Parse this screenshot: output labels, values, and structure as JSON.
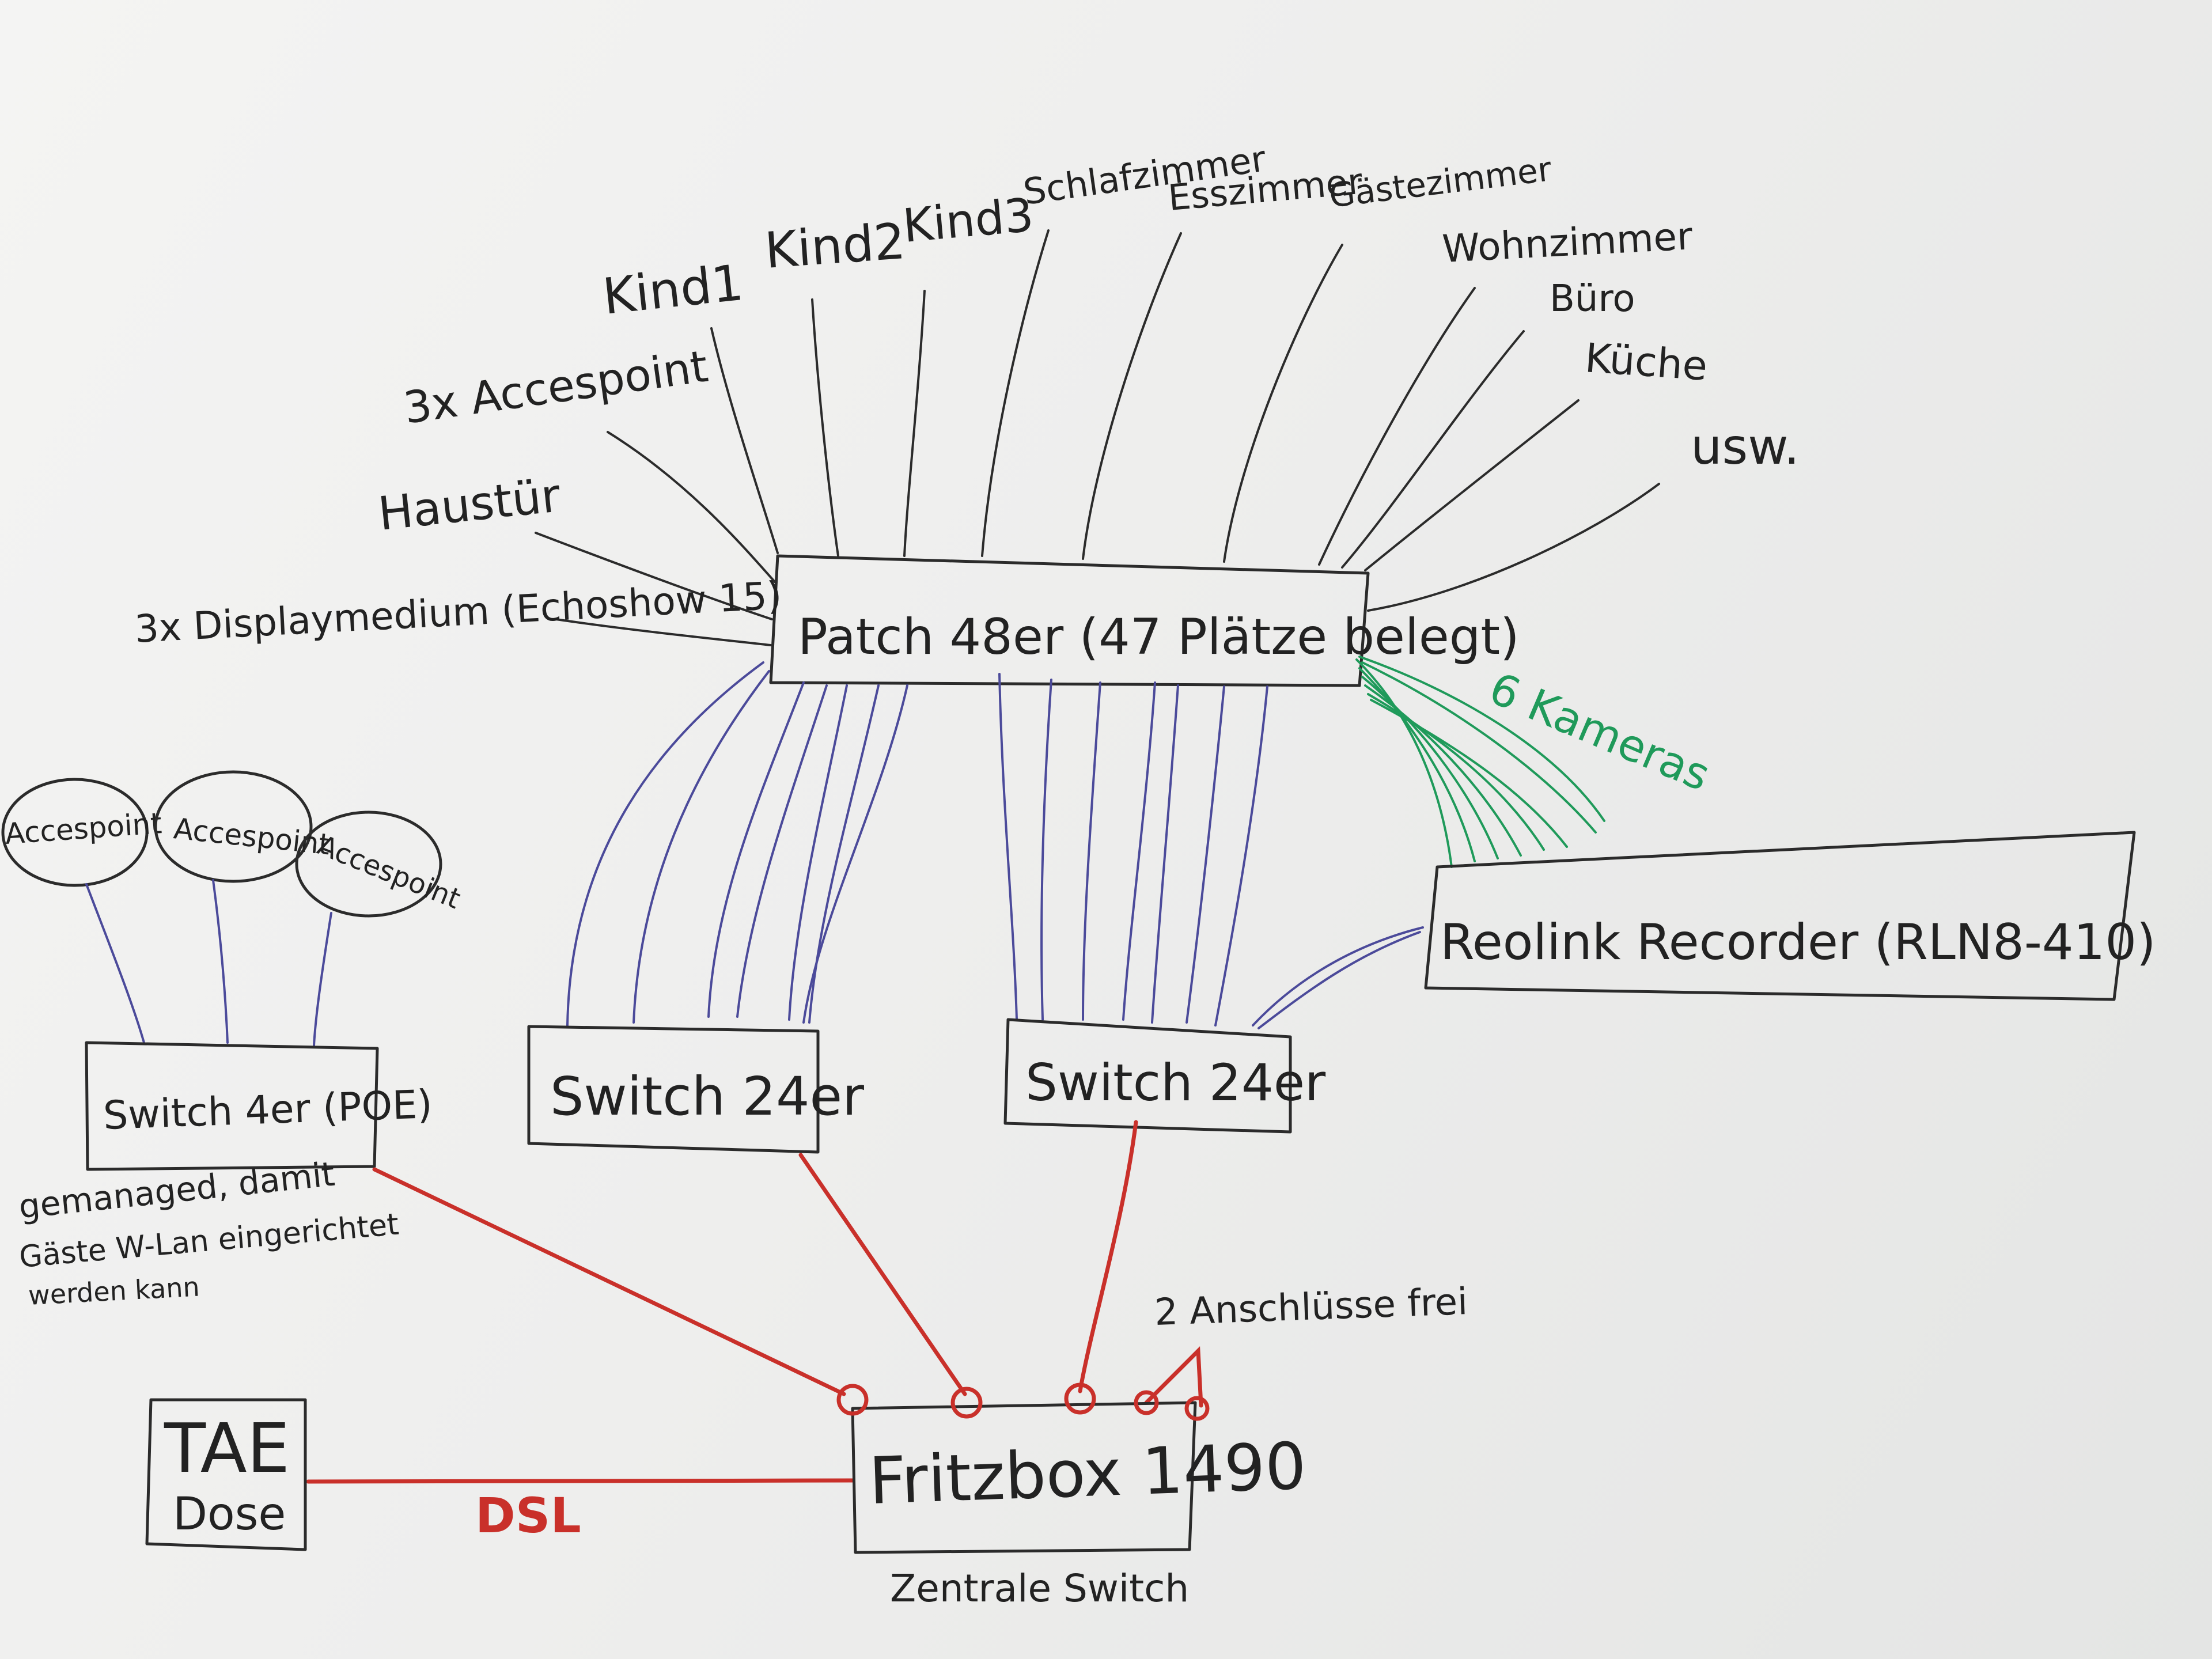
{
  "patch": "Patch 48er (47 Plätze belegt)",
  "rooms": [
    "Kind1",
    "Kind2",
    "Kind3",
    "Schlafzimmer",
    "Esszimmer",
    "Gästezimmer",
    "Wohnzimmer",
    "Büro",
    "Küche",
    "usw."
  ],
  "left_outlets": [
    "3x Accespoint",
    "Haustür",
    "3x Displaymedium (Echoshow 15)"
  ],
  "cameras": "6 Kameras",
  "recorder": "Reolink Recorder (RLN8-410)",
  "accesspoints": [
    "Accespoint",
    "Accespoint",
    "Accespoint"
  ],
  "switch_poe": "Switch 4er (POE)",
  "switch_poe_note": [
    "gemanaged, damit",
    "Gäste W-Lan eingerichtet",
    "werden kann"
  ],
  "switch_a": "Switch 24er",
  "switch_b": "Switch 24er",
  "ports_free": "2 Anschlüsse frei",
  "fritzbox": "Fritzbox 1490",
  "fritzbox_caption": "Zentrale Switch",
  "tae": [
    "TAE",
    "Dose"
  ],
  "dsl": "DSL",
  "colors": {
    "patch_cable": "#4b4a9a",
    "camera_cable": "#1f9a5a",
    "uplink": "#c9302a"
  }
}
